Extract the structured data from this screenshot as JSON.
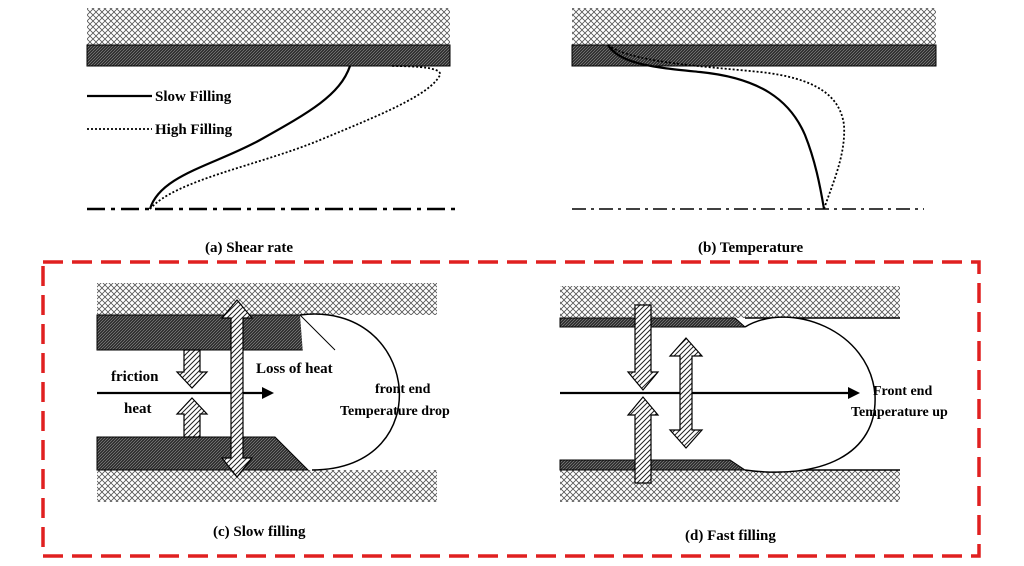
{
  "panels": {
    "a": {
      "caption": "(a) Shear rate"
    },
    "b": {
      "caption": "(b) Temperature"
    },
    "c": {
      "caption": "(c) Slow filling"
    },
    "d": {
      "caption": "(d) Fast filling"
    }
  },
  "legend": {
    "slow": "Slow Filling",
    "high": "High Filling"
  },
  "slow_panel": {
    "friction": "friction",
    "heat": "heat",
    "loss": "Loss of heat",
    "front_line1": "front end",
    "front_line2": "Temperature drop"
  },
  "fast_panel": {
    "front_line1": "Front end",
    "front_line2": "Temperature up"
  },
  "colors": {
    "highlight_border": "#e02020",
    "ink": "#000000",
    "mold_hatch": "#555555"
  }
}
